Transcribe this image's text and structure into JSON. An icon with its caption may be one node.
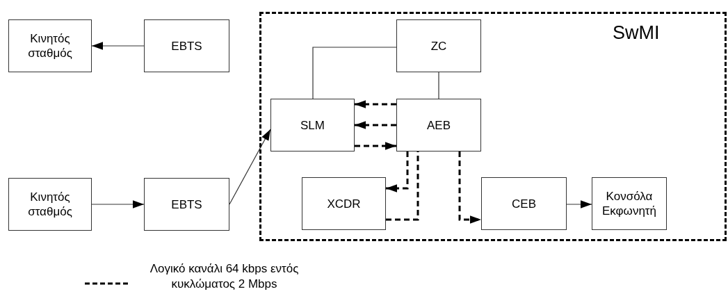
{
  "diagram": {
    "nodes": [
      {
        "text": [
          "SwMI"
        ]
      },
      {
        "text": [
          "Κινητός σταθμός"
        ]
      },
      {
        "text": [
          "EBTS"
        ]
      },
      {
        "text": [
          "ZC"
        ],
        "in": 0
      },
      {
        "text": [
          "SLM"
        ],
        "in": 0
      },
      {
        "text": [
          "AEB"
        ],
        "in": 0
      },
      {
        "text": [
          "Κινητός σταθμός"
        ]
      },
      {
        "text": [
          "EBTS"
        ]
      },
      {
        "text": [
          "XCDR"
        ],
        "in": 0
      },
      {
        "text": [
          "CEB"
        ],
        "in": 0
      },
      {
        "text": [
          "Κονσόλα Εκφωνητή"
        ],
        "in": 0
      }
    ],
    "edges": [
      {
        "from": 2,
        "to": 1,
        "arrow": "to"
      },
      {
        "from": 6,
        "to": 7,
        "arrow": "to"
      },
      {
        "from": 7,
        "to": 4,
        "arrow": "to"
      },
      {
        "from": 4,
        "to": 3,
        "arrow": "none"
      },
      {
        "from": 3,
        "to": 5,
        "arrow": "none"
      },
      {
        "from": 5,
        "to": 4,
        "arrow": "to",
        "style": "dashed"
      },
      {
        "from": 5,
        "to": 4,
        "arrow": "to",
        "style": "dashed"
      },
      {
        "from": 4,
        "to": 5,
        "arrow": "to",
        "style": "dashed"
      },
      {
        "from": 5,
        "to": 8,
        "arrow": "to",
        "style": "dashed"
      },
      {
        "from": 8,
        "to": 5,
        "arrow": "none",
        "style": "dashed"
      },
      {
        "from": 5,
        "to": 9,
        "arrow": "to",
        "style": "dashed"
      },
      {
        "from": 9,
        "to": 10,
        "arrow": "to"
      }
    ],
    "legend": [
      {
        "text": "Λογικό κανάλι 64 kbps εντός κυκλώματος 2 Mbps"
      }
    ]
  }
}
